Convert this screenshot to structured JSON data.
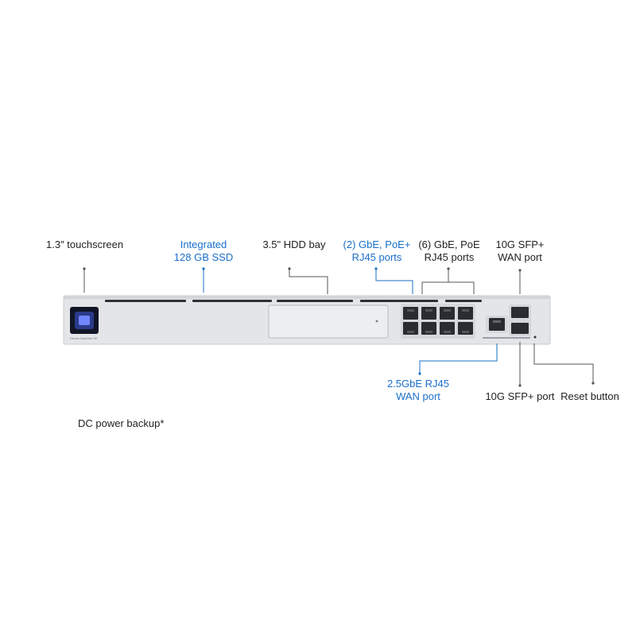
{
  "colors": {
    "text": "#222222",
    "accent": "#1a6fc9",
    "device_body": "#e3e4e7",
    "screen": "#14182a",
    "line": "#555555"
  },
  "device": {
    "brand_text": "Dream Machine SE"
  },
  "labels": {
    "touchscreen": "1.3″ touchscreen",
    "ssd_line1": "Integrated",
    "ssd_line2": "128 GB SSD",
    "hdd": "3.5\" HDD bay",
    "poe_line1": "(2) GbE, PoE+",
    "poe_line2": "RJ45 ports",
    "gbe_poe_line1": "(6) GbE, PoE",
    "gbe_poe_line2": "RJ45 ports",
    "sfp_wan_line1": "10G SFP+",
    "sfp_wan_line2": "WAN port",
    "rj45_wan_line1": "2.5GbE RJ45",
    "rj45_wan_line2": "WAN port",
    "sfp_port": "10G SFP+ port",
    "reset": "Reset button",
    "dc_power": "DC power backup*"
  }
}
